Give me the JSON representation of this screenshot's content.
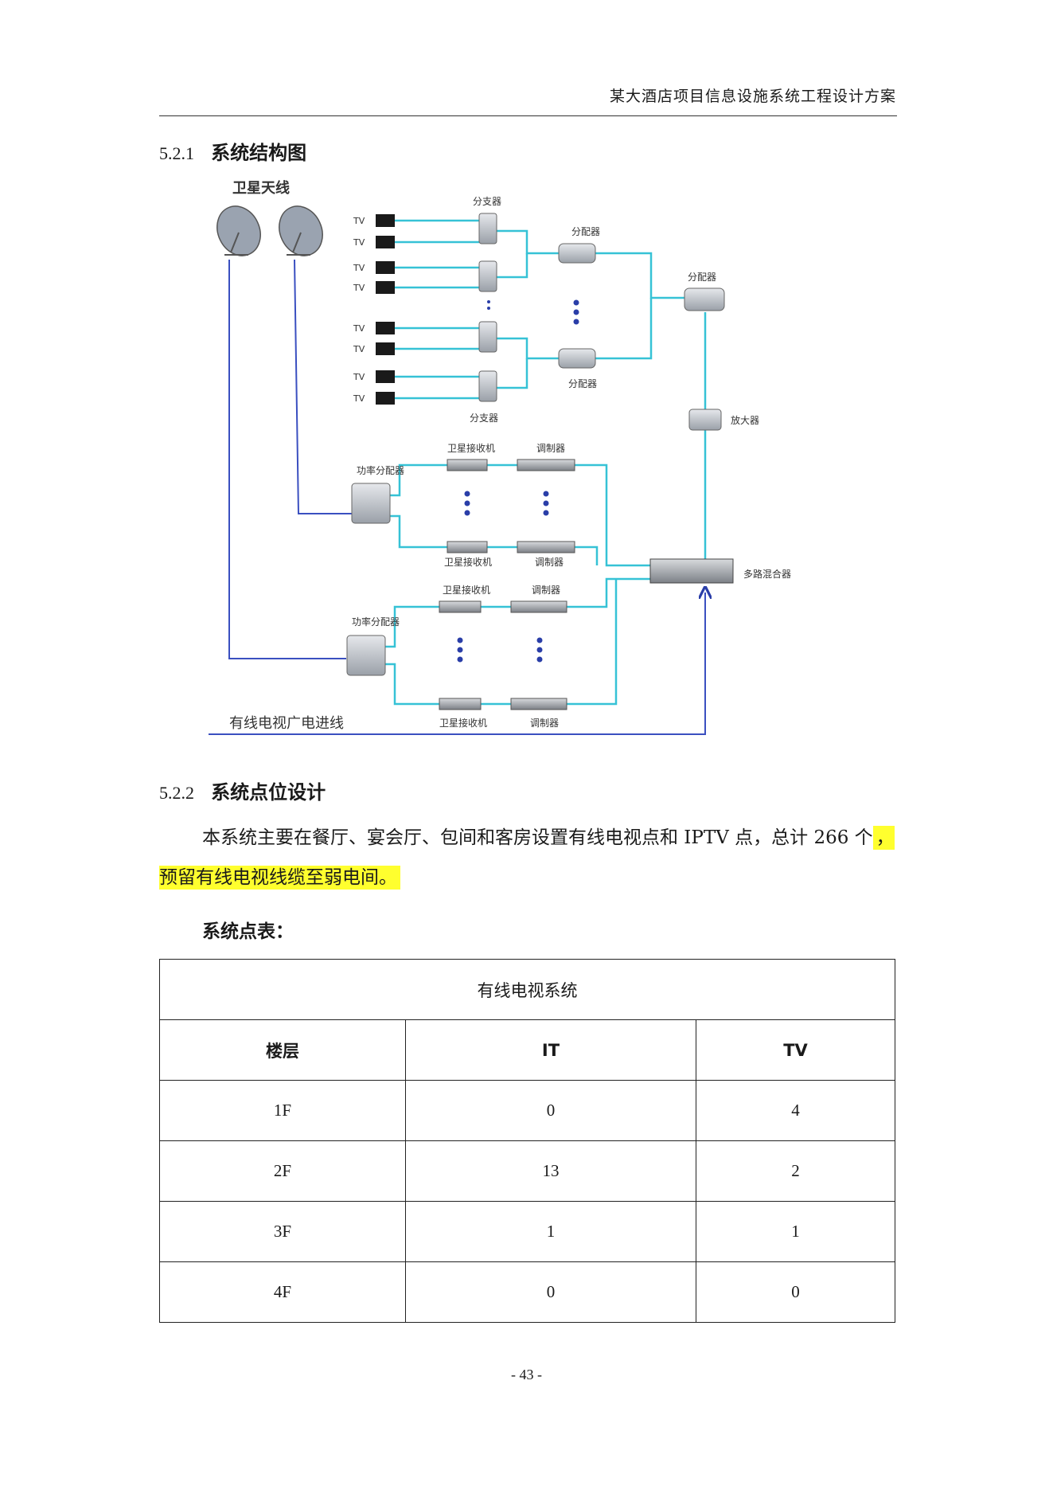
{
  "header": {
    "title": "某大酒店项目信息设施系统工程设计方案"
  },
  "section1": {
    "number": "5.2.1",
    "title": "系统结构图"
  },
  "diagram": {
    "sat_antenna": "卫星天线",
    "tv": "TV",
    "splitter_top": "分支器",
    "splitter_bottom": "分支器",
    "distributor_a": "分配器",
    "distributor_b": "分配器",
    "distributor_main": "分配器",
    "amplifier": "放大器",
    "receiver_1": "卫星接收机",
    "receiver_2": "卫星接收机",
    "receiver_3": "卫星接收机",
    "receiver_4": "卫星接收机",
    "modulator_1": "调制器",
    "modulator_2": "调制器",
    "modulator_3": "调制器",
    "modulator_4": "调制器",
    "power_splitter_1": "功率分配器",
    "power_splitter_2": "功率分配器",
    "mixer": "多路混合器",
    "cable_in": "有线电视广电进线"
  },
  "section2": {
    "number": "5.2.2",
    "title": "系统点位设计"
  },
  "paragraph": {
    "text": "本系统主要在餐厅、宴会厅、包间和客房设置有线电视点和 IPTV 点，总计 266 个",
    "highlight": "，预留有线电视线缆至弱电间。"
  },
  "table_title": "系统点表：",
  "table": {
    "caption": "有线电视系统",
    "headers": [
      "楼层",
      "IT",
      "TV"
    ],
    "rows": [
      [
        "1F",
        "0",
        "4"
      ],
      [
        "2F",
        "13",
        "2"
      ],
      [
        "3F",
        "1",
        "1"
      ],
      [
        "4F",
        "0",
        "0"
      ]
    ]
  },
  "page_number": "- 43 -"
}
